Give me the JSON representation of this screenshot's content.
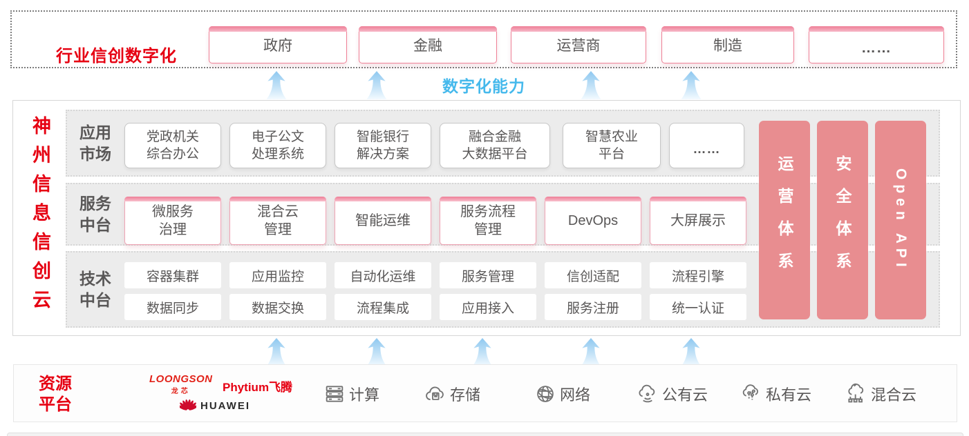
{
  "colors": {
    "brand_red": "#e60012",
    "pillar_pink": "#e88d90",
    "capability_blue": "#45b9ec",
    "box_accent_pink": "#ee7e96"
  },
  "top_banner": {
    "title": "行业信创数字化",
    "industries": [
      "政府",
      "金融",
      "运营商",
      "制造",
      "……"
    ]
  },
  "capability_label": "数字化能力",
  "cloud": {
    "title": "神州信息信创云",
    "rows": [
      {
        "label": "应用\n市场",
        "items": [
          "党政机关\n综合办公",
          "电子公文\n处理系统",
          "智能银行\n解决方案",
          "融合金融\n大数据平台",
          "智慧农业\n平台",
          "……"
        ]
      },
      {
        "label": "服务\n中台",
        "items": [
          "微服务\n治理",
          "混合云\n管理",
          "智能运维",
          "服务流程\n管理",
          "DevOps",
          "大屏展示"
        ]
      },
      {
        "label": "技术\n中台",
        "items_top": [
          "容器集群",
          "应用监控",
          "自动化运维",
          "服务管理",
          "信创适配",
          "流程引擎"
        ],
        "items_bottom": [
          "数据同步",
          "数据交换",
          "流程集成",
          "应用接入",
          "服务注册",
          "统一认证"
        ]
      }
    ],
    "pillars": [
      "运营体系",
      "安全体系",
      "Open API"
    ]
  },
  "resources": {
    "label": "资源\n平台",
    "vendors": {
      "loongson": "LOONGSON",
      "loongson_sub": "龙芯",
      "phytium": "Phytium飞腾",
      "huawei": "HUAWEI"
    },
    "items": [
      "计算",
      "存储",
      "网络",
      "公有云",
      "私有云",
      "混合云"
    ]
  }
}
